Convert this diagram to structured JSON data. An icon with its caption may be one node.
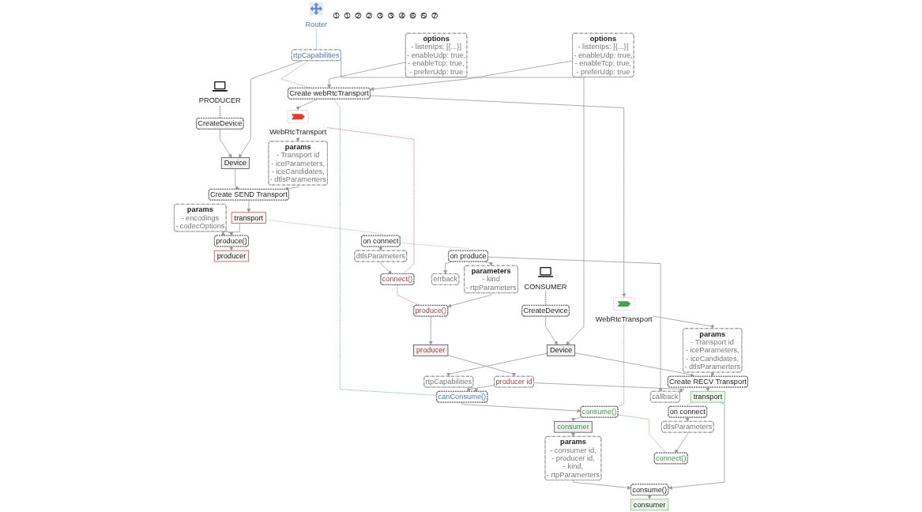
{
  "diagram": {
    "nodes": [
      {
        "text": [
          "PRODUCER"
        ]
      },
      {
        "text": [
          "Router"
        ]
      },
      {
        "text": [
          "CONSUMER"
        ]
      },
      {
        "text": [
          "1"
        ]
      },
      {
        "text": [
          "CreateDevice"
        ]
      },
      {
        "text": [
          "CreateDevice"
        ]
      },
      {
        "text": [
          "1"
        ]
      },
      {
        "text": [
          "Device"
        ]
      },
      {
        "text": [
          "rtpCapabilities"
        ]
      },
      {
        "text": [
          "Device"
        ]
      },
      {
        "text": [
          "2"
        ]
      },
      {
        "text": [
          "options",
          "- listenIps: [{...}]",
          "- enableUdp: true,",
          "- enableTcp: true,",
          "- preferUdp: true"
        ]
      },
      {
        "text": [
          "Create webRtcTransport"
        ]
      },
      {
        "text": [
          "options",
          "- listenIps: [{...}]",
          "- enableUdp: true,",
          "- enableTcp: true,",
          "- preferUdp: true"
        ]
      },
      {
        "text": [
          "2"
        ]
      },
      {
        "text": [
          "3"
        ]
      },
      {
        "text": [
          "Create SEND Transport"
        ]
      },
      {
        "text": [
          "params",
          "- Transport id",
          "- iceParameters,",
          "- iceCandidates,",
          "- dtlsParamerters"
        ]
      },
      {
        "text": [
          "WebRtcTransport"
        ]
      },
      {
        "text": [
          "WebRtcTransport"
        ]
      },
      {
        "text": [
          "params",
          "- Transport id",
          "- iceParameters,",
          "- iceCandidates,",
          "- dtlsParamerters"
        ]
      },
      {
        "text": [
          "Create RECV Transport"
        ]
      },
      {
        "text": [
          "3"
        ]
      },
      {
        "text": [
          "transport"
        ]
      },
      {
        "text": [
          "transport"
        ]
      },
      {
        "text": [
          "4"
        ]
      },
      {
        "text": [
          "produce()"
        ]
      },
      {
        "text": [
          "params",
          "- encodings",
          "- codecOptions"
        ]
      },
      {
        "text": [
          "canConsume()"
        ]
      },
      {
        "text": [
          "rtpCapabilities"
        ]
      },
      {
        "text": [
          "producer"
        ]
      },
      {
        "text": [
          "consume()"
        ]
      },
      {
        "text": [
          "consumer"
        ]
      },
      {
        "text": [
          "6"
        ]
      },
      {
        "text": [
          "on connect"
        ]
      },
      {
        "text": [
          "dtlsParameters"
        ]
      },
      {
        "text": [
          "connect()"
        ]
      },
      {
        "text": [
          "params",
          "- consumer id,",
          "- producer id,",
          "- kind,",
          "- rtpParamerters"
        ]
      },
      {
        "text": [
          "5"
        ]
      },
      {
        "text": [
          "errback"
        ]
      },
      {
        "text": [
          "on produce"
        ]
      },
      {
        "text": [
          "parameters",
          "- kind",
          "- rtpParameters"
        ]
      },
      {
        "text": [
          "produce()"
        ]
      },
      {
        "text": [
          "consume()"
        ]
      },
      {
        "text": [
          "7"
        ]
      },
      {
        "text": [
          "callback"
        ]
      },
      {
        "text": [
          "producer"
        ]
      },
      {
        "text": [
          "consumer"
        ]
      },
      {
        "text": [
          "producer id"
        ]
      },
      {
        "text": [
          "connect()"
        ]
      },
      {
        "text": [
          "dtlsParameters"
        ]
      },
      {
        "text": [
          "on connect"
        ]
      }
    ],
    "edges": [
      {
        "from": 0,
        "to": 4,
        "arrow": "none",
        "style": "dashed",
        "color": "#222222"
      },
      {
        "from": 2,
        "to": 5,
        "arrow": "none",
        "style": "dashed",
        "color": "#222222"
      },
      {
        "from": 1,
        "to": 8,
        "arrow": "none",
        "style": "dashed",
        "color": "#5b8fd6"
      },
      {
        "from": 8,
        "to": 12,
        "arrow": "none",
        "style": "dashed",
        "color": "#5b8fd6"
      },
      {
        "from": 12,
        "to": 28,
        "arrow": "none",
        "style": "dashed",
        "color": "#5b8fd6"
      },
      {
        "from": 4,
        "to": 7,
        "arrow": "to"
      },
      {
        "from": 5,
        "to": 9,
        "arrow": "to"
      },
      {
        "from": 8,
        "to": 7,
        "arrow": "to"
      },
      {
        "from": 8,
        "to": 9,
        "arrow": "to"
      },
      {
        "from": 9,
        "to": 29,
        "arrow": "to"
      },
      {
        "from": 7,
        "to": 16,
        "arrow": "to"
      },
      {
        "from": 9,
        "to": 21,
        "arrow": "to"
      },
      {
        "from": 11,
        "to": 12,
        "arrow": "to"
      },
      {
        "from": 13,
        "to": 12,
        "arrow": "to"
      },
      {
        "from": 12,
        "to": 18,
        "arrow": "to"
      },
      {
        "from": 12,
        "to": 19,
        "arrow": "to"
      },
      {
        "from": 18,
        "to": 17,
        "arrow": "to"
      },
      {
        "from": 17,
        "to": 16,
        "arrow": "to"
      },
      {
        "from": 19,
        "to": 20,
        "arrow": "to"
      },
      {
        "from": 20,
        "to": 21,
        "arrow": "to"
      },
      {
        "from": 16,
        "to": 23,
        "arrow": "to"
      },
      {
        "from": 21,
        "to": 24,
        "arrow": "to"
      },
      {
        "from": 23,
        "to": 26,
        "arrow": "to"
      },
      {
        "from": 27,
        "to": 26,
        "arrow": "to"
      },
      {
        "from": 26,
        "to": 30,
        "arrow": "to"
      },
      {
        "from": 23,
        "to": 34,
        "arrow": "none",
        "style": "dashed",
        "color": "#8fa8cc"
      },
      {
        "from": 34,
        "to": 40,
        "arrow": "none",
        "style": "dashed",
        "color": "#8fa8cc"
      },
      {
        "from": 34,
        "to": 35,
        "arrow": "to"
      },
      {
        "from": 35,
        "to": 36,
        "arrow": "to"
      },
      {
        "from": 18,
        "to": 36,
        "arrow": "none",
        "style": "dashed",
        "color": "#c0504d"
      },
      {
        "from": 36,
        "to": 42,
        "arrow": "none",
        "style": "dashed",
        "color": "#c0504d"
      },
      {
        "from": 40,
        "to": 39,
        "arrow": "to"
      },
      {
        "from": 40,
        "to": 41,
        "arrow": "to"
      },
      {
        "from": 41,
        "to": 42,
        "arrow": "to"
      },
      {
        "from": 40,
        "to": 45,
        "arrow": "to"
      },
      {
        "from": 42,
        "to": 46,
        "arrow": "to"
      },
      {
        "from": 46,
        "to": 48,
        "arrow": "to"
      },
      {
        "from": 48,
        "to": 45,
        "arrow": "to"
      },
      {
        "from": 48,
        "to": 28,
        "arrow": "to"
      },
      {
        "from": 29,
        "to": 28,
        "arrow": "to"
      },
      {
        "from": 28,
        "to": 31,
        "arrow": "to"
      },
      {
        "from": 31,
        "to": 32,
        "arrow": "to"
      },
      {
        "from": 32,
        "to": 37,
        "arrow": "to"
      },
      {
        "from": 37,
        "to": 43,
        "arrow": "to"
      },
      {
        "from": 24,
        "to": 43,
        "arrow": "to"
      },
      {
        "from": 43,
        "to": 47,
        "arrow": "to"
      },
      {
        "from": 19,
        "to": 31,
        "arrow": "none",
        "style": "dashed",
        "color": "#4caf50"
      },
      {
        "from": 31,
        "to": 49,
        "arrow": "none",
        "style": "dashed",
        "color": "#4caf50"
      },
      {
        "from": 24,
        "to": 51,
        "arrow": "none",
        "style": "dashed"
      },
      {
        "from": 51,
        "to": 50,
        "arrow": "to"
      },
      {
        "from": 50,
        "to": 49,
        "arrow": "to"
      }
    ]
  }
}
